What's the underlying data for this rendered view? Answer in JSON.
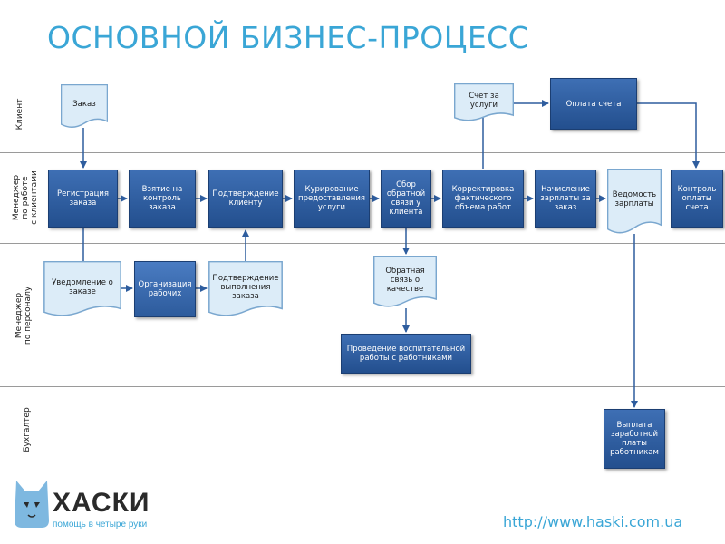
{
  "title": "ОСНОВНОЙ БИЗНЕС-ПРОЦЕСС",
  "lanes": {
    "client": "Клиент",
    "manager_clients_1": "Менеджер",
    "manager_clients_2": "по работе",
    "manager_clients_3": "с клиентами",
    "manager_staff_1": "Менеджер",
    "manager_staff_2": "по персоналу",
    "accountant": "Бухгалтер"
  },
  "nodes": {
    "order": "Заказ",
    "invoice": "Счет за услуги",
    "payment": "Оплата счета",
    "registration": "Регистрация заказа",
    "control": "Взятие на контроль заказа",
    "confirm_client": "Подтверждение клиенту",
    "curation": "Курирование предоставления услуги",
    "feedback_collect": "Сбор обратной связи у клиента",
    "adjust": "Корректировка фактического объема работ",
    "salary_calc": "Начисление зарплаты за заказ",
    "salary_sheet": "Ведомость зарплаты",
    "payment_control": "Контроль оплаты счета",
    "notify": "Уведомление о заказе",
    "organize": "Организация рабочих",
    "confirm_done": "Подтверждение выполнения заказа",
    "feedback_quality": "Обратная связь о качестве",
    "education": "Проведение воспитательной работы с работниками",
    "payout": "Выплата заработной платы работникам"
  },
  "logo": {
    "name": "ХАСКИ",
    "tagline": "помощь в четыре руки"
  },
  "url": "http://www.haski.com.ua",
  "colors": {
    "accent": "#3aa6d6",
    "process_fill": "#2e5d9e",
    "document_fill": "#dcecf8"
  }
}
